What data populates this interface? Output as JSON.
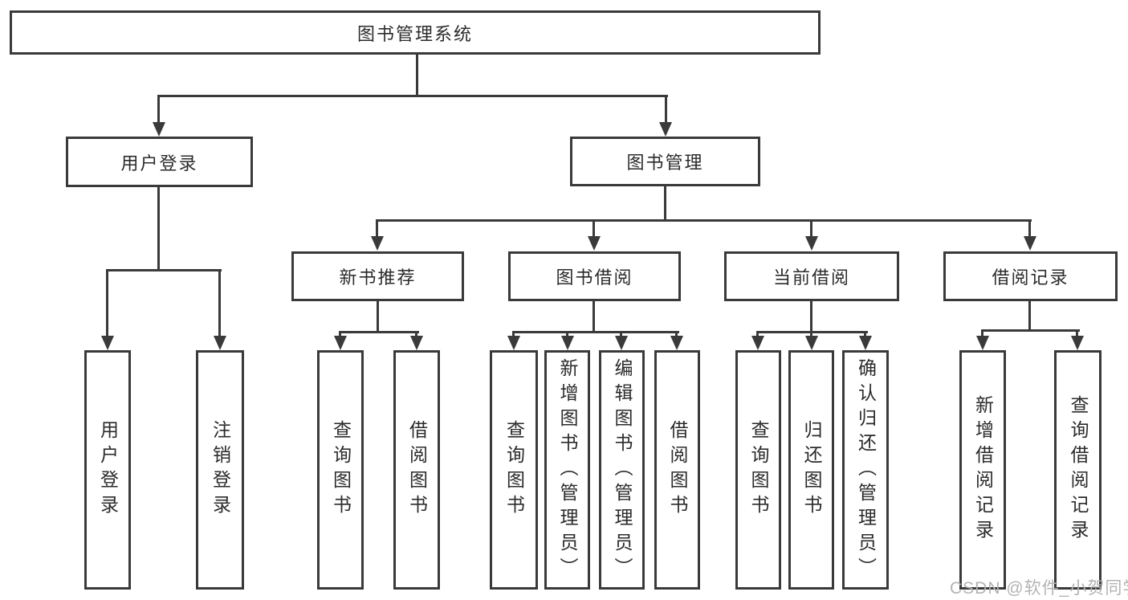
{
  "diagram": {
    "root": {
      "label": "图书管理系统"
    },
    "level2": [
      {
        "label": "用户登录"
      },
      {
        "label": "图书管理"
      }
    ],
    "level3": [
      {
        "label": "新书推荐"
      },
      {
        "label": "图书借阅"
      },
      {
        "label": "当前借阅"
      },
      {
        "label": "借阅记录"
      }
    ],
    "leaves": [
      {
        "label": "用户登录"
      },
      {
        "label": "注销登录"
      },
      {
        "label": "查询图书"
      },
      {
        "label": "借阅图书"
      },
      {
        "label": "查询图书"
      },
      {
        "label": "新增图书（管理员）"
      },
      {
        "label": "编辑图书（管理员）"
      },
      {
        "label": "借阅图书"
      },
      {
        "label": "查询图书"
      },
      {
        "label": "归还图书"
      },
      {
        "label": "确认归还（管理员）"
      },
      {
        "label": "新增借阅记录"
      },
      {
        "label": "查询借阅记录"
      }
    ]
  },
  "watermark": {
    "text": "CSDN @软件_小贺同学"
  },
  "colors": {
    "line": "#3a3a3a",
    "text": "#2b2b2b",
    "watermark": "#b3b3b3",
    "background": "#ffffff"
  }
}
